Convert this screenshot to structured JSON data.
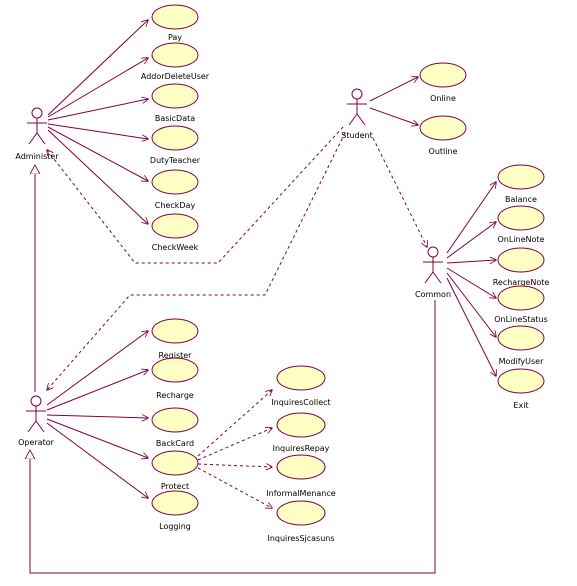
{
  "diagram": {
    "actors": {
      "administer": {
        "label": "Administer"
      },
      "student": {
        "label": "Student"
      },
      "common": {
        "label": "Common"
      },
      "operator": {
        "label": "Operator"
      }
    },
    "use_cases": {
      "administer": [
        "Pay",
        "AddorDeleteUser",
        "BasicData",
        "DutyTeacher",
        "CheckDay",
        "CheckWeek"
      ],
      "student": [
        "Online",
        "Outline"
      ],
      "common": [
        "Balance",
        "OnLineNote",
        "RechargeNote",
        "OnLineStatus",
        "ModifyUser",
        "Exit"
      ],
      "operator": [
        "Register",
        "Recharge",
        "BackCard",
        "Protect",
        "Logging"
      ],
      "backcard_extensions": [
        "InquiresCollect",
        "InquiresRepay",
        "InformalMenance",
        "InquiresSjcasuns"
      ]
    },
    "colors": {
      "line": "#800040",
      "use_case_fill": "#ffffc4",
      "text": "#000000",
      "background": "#ffffff"
    }
  }
}
